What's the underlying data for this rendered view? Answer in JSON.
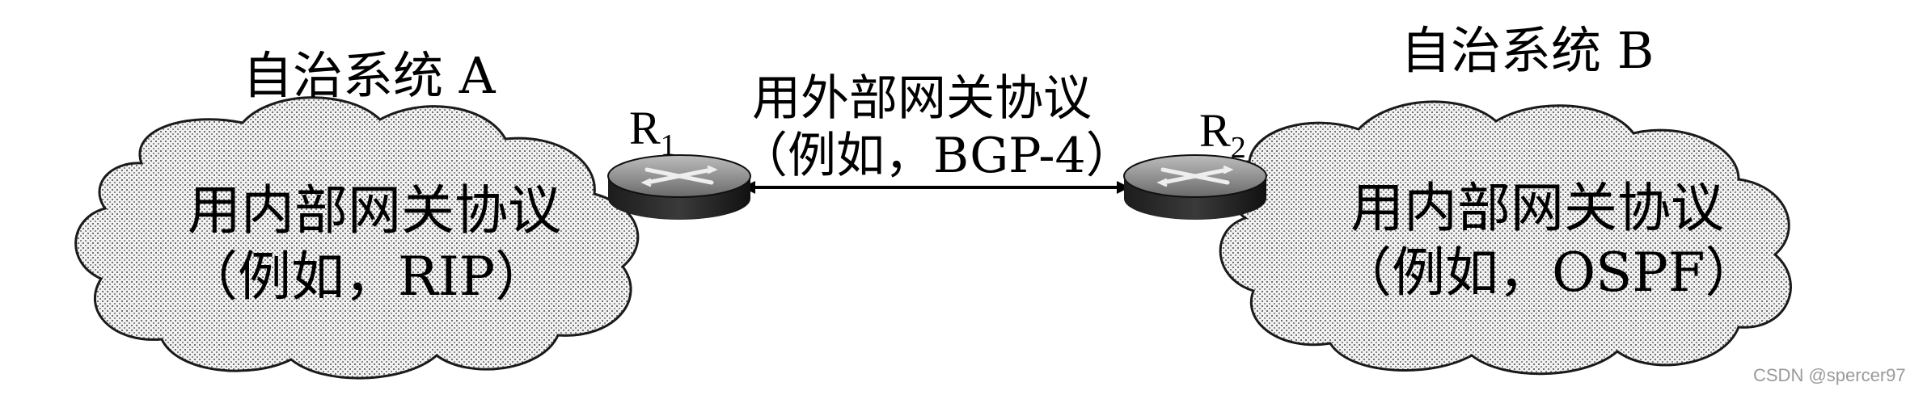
{
  "diagram": {
    "as_a": {
      "title": "自治系统 A",
      "protocol": "用内部网关协议",
      "example": "（例如，RIP）"
    },
    "as_b": {
      "title": "自治系统 B",
      "protocol": "用内部网关协议",
      "example": "（例如，OSPF）"
    },
    "link": {
      "protocol": "用外部网关协议",
      "example": "（例如，BGP-4）"
    },
    "routers": [
      {
        "letter": "R",
        "index": "1"
      },
      {
        "letter": "R",
        "index": "2"
      }
    ]
  },
  "watermark": "CSDN @spercer97"
}
